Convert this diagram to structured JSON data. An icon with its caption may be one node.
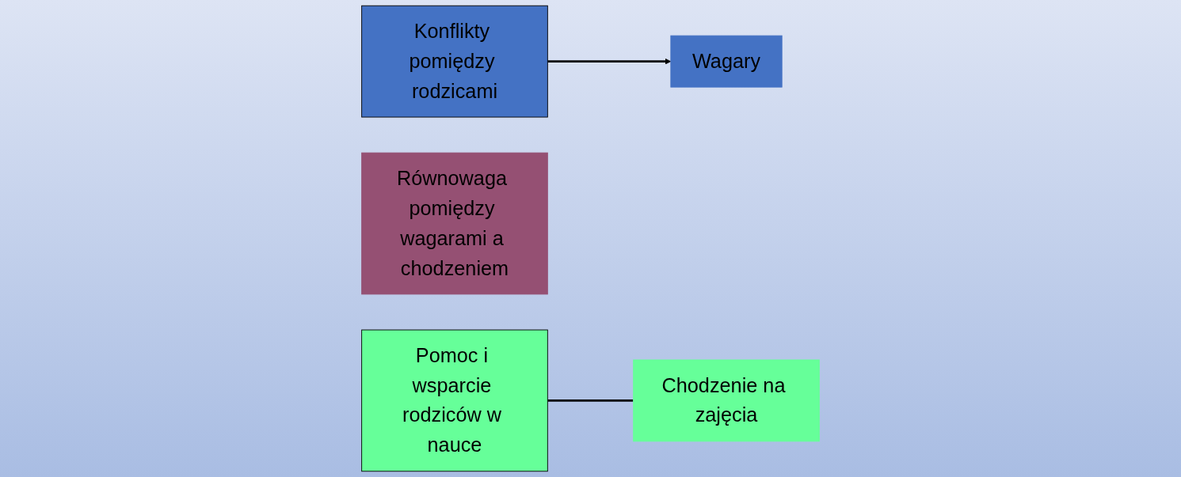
{
  "diagram": {
    "nodes": [
      {
        "text": [
          "Konflikty pomiędzy rodzicami"
        ]
      },
      {
        "text": [
          "Wagary"
        ]
      },
      {
        "text": [
          "Równowaga pomiędzy wagarami a chodzeniem"
        ]
      },
      {
        "text": [
          "Chodzenie na zajęcia"
        ]
      },
      {
        "text": [
          "Pomoc i wsparcie rodziców w nauce"
        ]
      }
    ],
    "edges": [
      {
        "from": 0,
        "to": 1,
        "arrow": "to"
      },
      {
        "from": 4,
        "to": 3,
        "arrow": "none"
      }
    ]
  }
}
